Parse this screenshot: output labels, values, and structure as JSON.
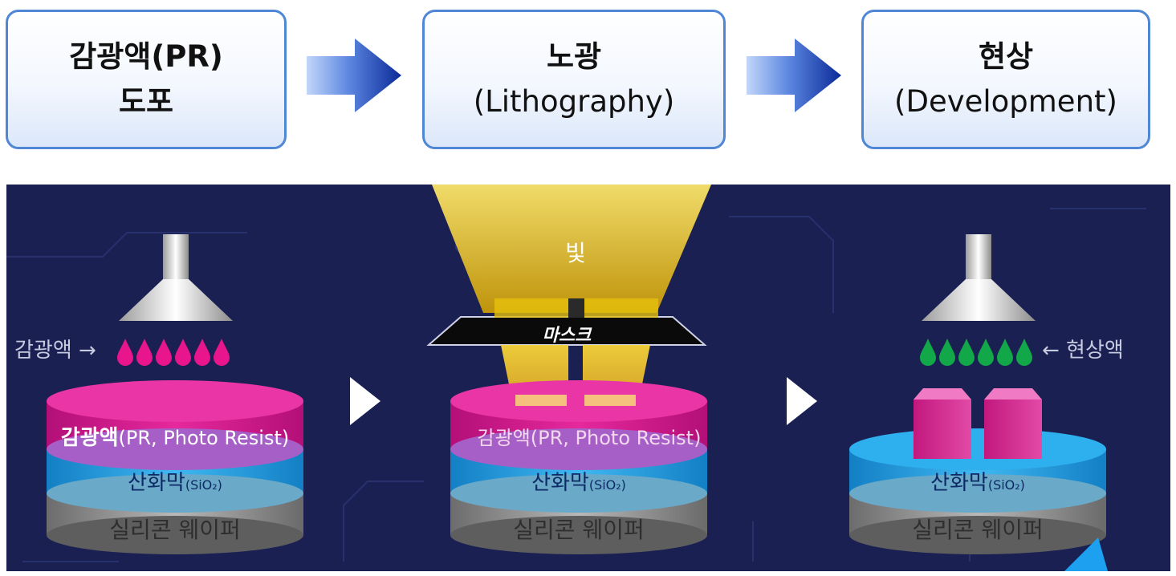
{
  "flow": {
    "steps": [
      {
        "line1": "감광액(PR)",
        "line2": "도포"
      },
      {
        "line1": "노광",
        "line2": "(Lithography)"
      },
      {
        "line1": "현상",
        "line2": "(Development)"
      }
    ],
    "arrow_color": "#1236a8"
  },
  "illustration": {
    "coating": {
      "chemical_label": "감광액 →",
      "layer_pr_label_strong": "감광액",
      "layer_pr_label_rest": "(PR, Photo Resist)",
      "layer_oxide_label": "산화막",
      "layer_oxide_formula": "(SiO₂)",
      "layer_wafer_label": "실리콘 웨이퍼"
    },
    "exposure": {
      "light_label": "빛",
      "mask_label": "마스크",
      "layer_pr_label": "감광액(PR, Photo Resist)",
      "layer_oxide_label": "산화막",
      "layer_oxide_formula": "(SiO₂)",
      "layer_wafer_label": "실리콘 웨이퍼"
    },
    "development": {
      "chemical_label": "← 현상액",
      "layer_oxide_label": "산화막",
      "layer_oxide_formula": "(SiO₂)",
      "layer_wafer_label": "실리콘 웨이퍼"
    },
    "colors": {
      "background": "#1a2052",
      "photoresist": "#d8168e",
      "oxide": "#1a9ee8",
      "wafer": "#8e8e8e",
      "light": "#f3cf1c",
      "developer_drop": "#12a84a"
    }
  }
}
